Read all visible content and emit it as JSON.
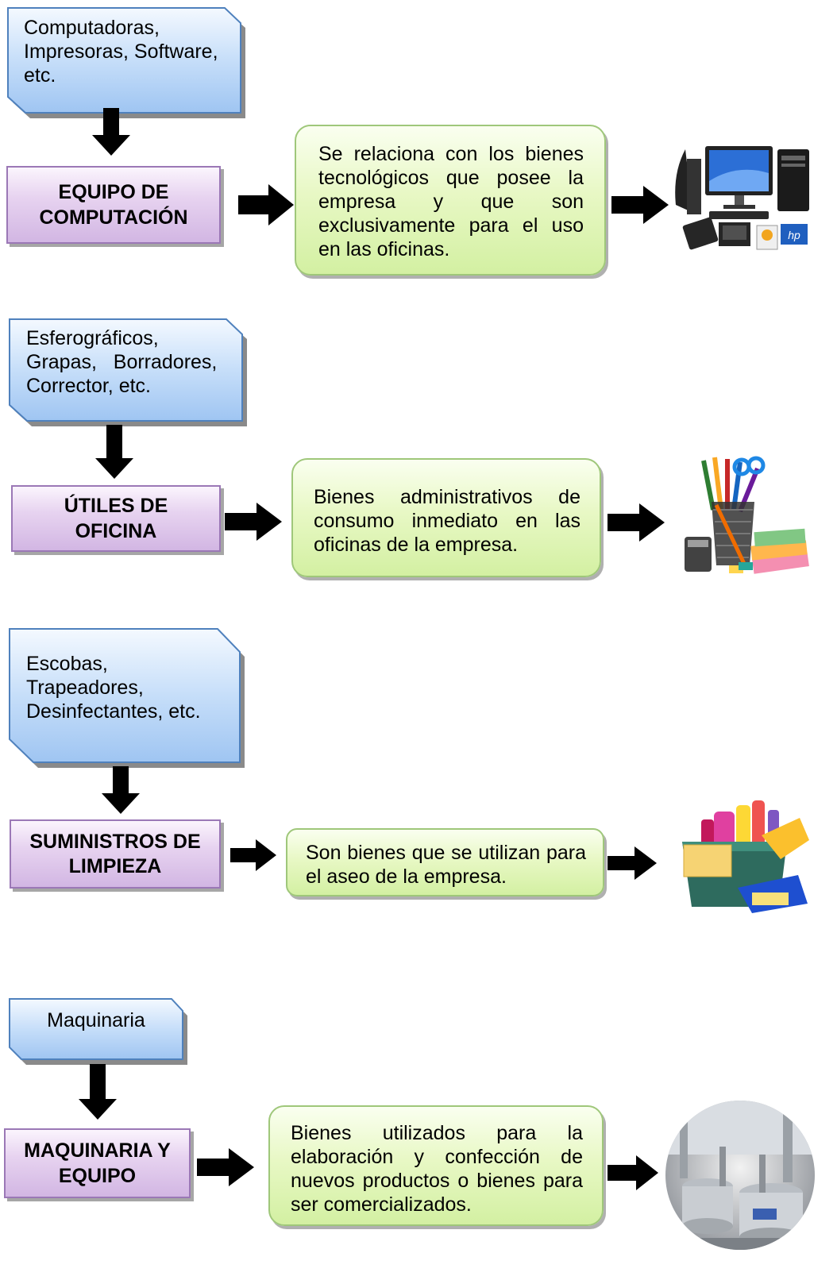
{
  "sections": [
    {
      "examples": [
        "Computadoras,",
        "Impresoras, Software,",
        "etc."
      ],
      "title": [
        "EQUIPO DE",
        "COMPUTACIÓN"
      ],
      "description": "Se relaciona con los bienes tecnológicos que posee la empresa y que son exclusivamente para el uso en las oficinas.",
      "image_icon": "computer-equipment-icon"
    },
    {
      "examples": [
        "Esferográficos,",
        "Grapas,   Borradores,",
        "Corrector, etc."
      ],
      "title": [
        "ÚTILES DE",
        "OFICINA"
      ],
      "description": "Bienes administrativos de consumo inmediato en las oficinas de la empresa.",
      "image_icon": "office-supplies-icon"
    },
    {
      "examples": [
        "Escobas,",
        "Trapeadores,",
        "Desinfectantes, etc."
      ],
      "title": [
        "SUMINISTROS DE",
        "LIMPIEZA"
      ],
      "description": "Son bienes que se utilizan para el aseo de la empresa.",
      "image_icon": "cleaning-supplies-icon"
    },
    {
      "examples": [
        "Maquinaria"
      ],
      "title": [
        "MAQUINARIA Y",
        "EQUIPO"
      ],
      "description": "Bienes utilizados para la elaboración y confección de nuevos productos o bienes para ser comercializados.",
      "image_icon": "industrial-machinery-icon"
    }
  ],
  "colors": {
    "example_box_fill": "#a9cdf7",
    "example_box_border": "#4f81bd",
    "title_box_fill": "#e1c9ee",
    "title_box_border": "#9b78b6",
    "description_box_fill": "#def5b3",
    "description_box_border": "#9fc77a",
    "arrow": "#000000"
  }
}
